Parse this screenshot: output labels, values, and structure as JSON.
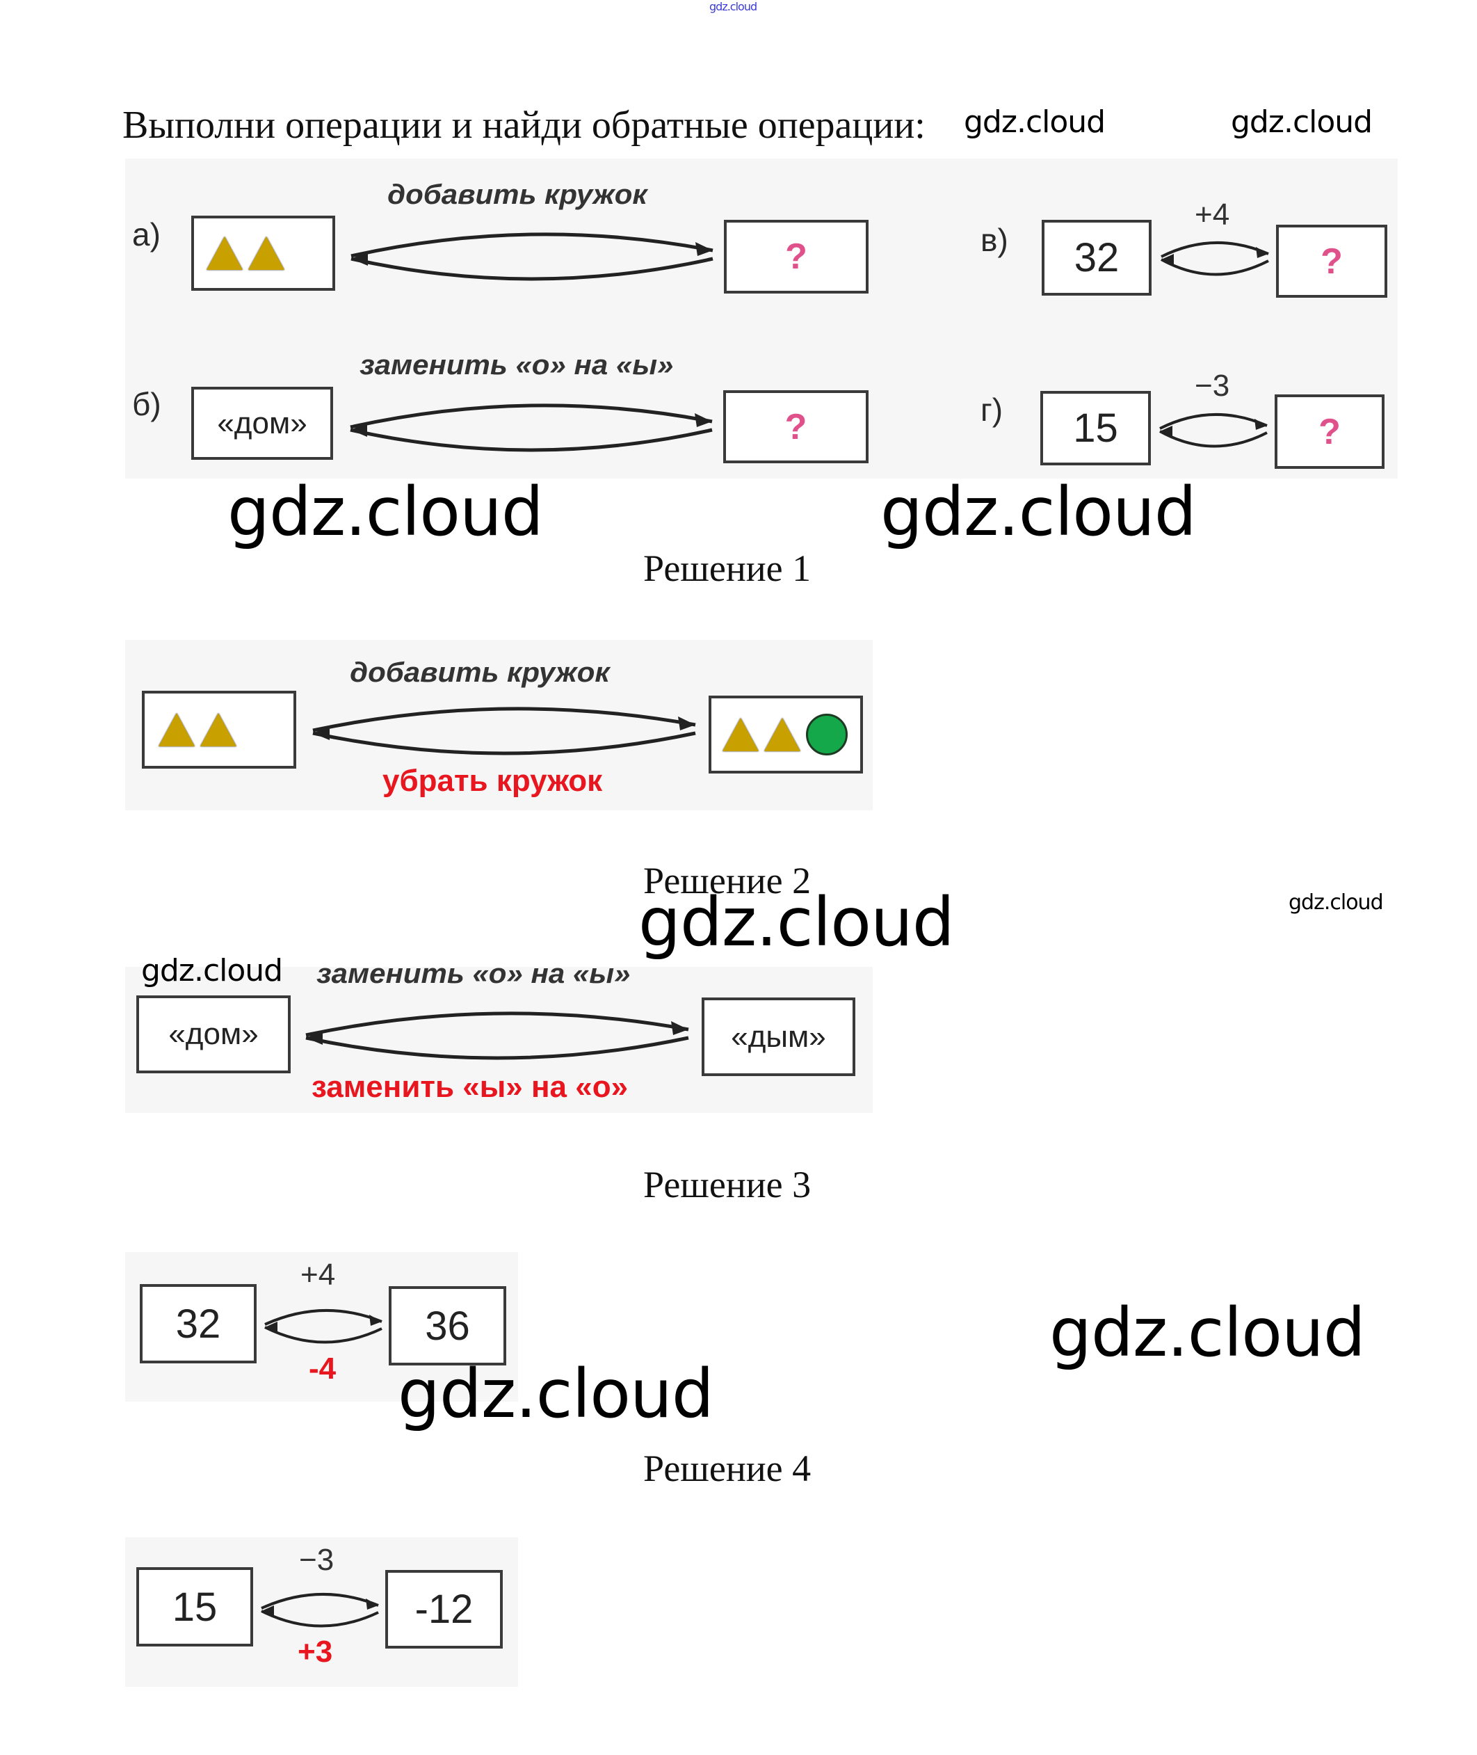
{
  "watermark": "gdz.cloud",
  "task": {
    "title": "Выполни операции и найди обратные операции:",
    "items": [
      {
        "label": "а)",
        "from": "triangles-2",
        "operation": "добавить кружок",
        "to": "?"
      },
      {
        "label": "б)",
        "from": "«дом»",
        "operation": "заменить «о» на «ы»",
        "to": "?"
      },
      {
        "label": "в)",
        "from": "32",
        "operation": "+4",
        "to": "?"
      },
      {
        "label": "г)",
        "from": "15",
        "operation": "−3",
        "to": "?"
      }
    ]
  },
  "solutions": [
    {
      "heading": "Решение 1",
      "from": "triangles-2",
      "operation": "добавить кружок",
      "to": "triangles-2 + green-circle",
      "inverse": "убрать кружок"
    },
    {
      "heading": "Решение 2",
      "from": "«дом»",
      "operation": "заменить «о» на «ы»",
      "to": "«дым»",
      "inverse": "заменить «ы» на «о»"
    },
    {
      "heading": "Решение 3",
      "from": "32",
      "operation": "+4",
      "to": "36",
      "inverse": "-4"
    },
    {
      "heading": "Решение 4",
      "from": "15",
      "operation": "−3",
      "to": "-12",
      "inverse": "+3"
    }
  ],
  "colors": {
    "inverse_text": "#e8161e",
    "question_mark": "#e0508a",
    "triangle": "#c8a000",
    "circle": "#14a84a"
  }
}
